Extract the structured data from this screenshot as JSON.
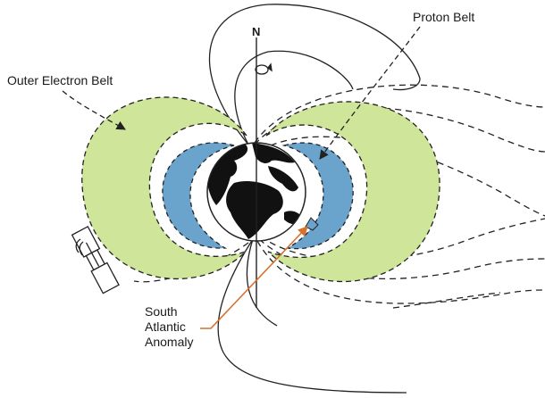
{
  "labels": {
    "outer_belt": "Outer Electron Belt",
    "proton_belt": "Proton Belt",
    "north": "N",
    "saa_line1": "South",
    "saa_line2": "Atlantic",
    "saa_line3": "Anomaly"
  },
  "colors": {
    "outer_belt_fill": "#cfe59a",
    "proton_belt_fill": "#6aa3cc",
    "saa_arrow": "#d9702a",
    "earth_land": "#111111",
    "earth_ocean": "#ffffff",
    "lines": "#222222"
  },
  "icons": {
    "rotation": "rotation-arrow-icon",
    "satellite": "satellite-icon"
  }
}
